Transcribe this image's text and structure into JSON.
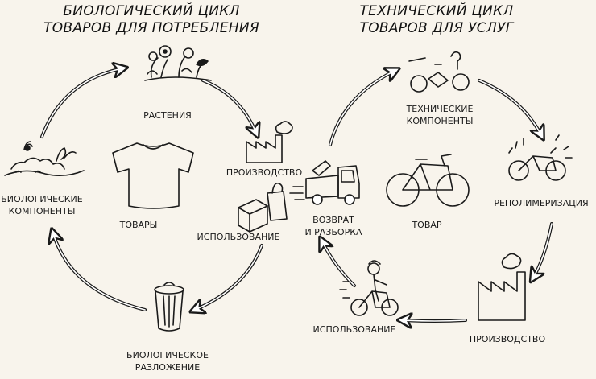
{
  "bio_cycle": {
    "title_line1": "БИОЛОГИЧЕСКИЙ ЦИКЛ",
    "title_line2": "ТОВАРОВ ДЛЯ ПОТРЕБЛЕНИЯ",
    "plants": "РАСТЕНИЯ",
    "production": "ПРОИЗВОДСТВО",
    "use": "ИСПОЛЬЗОВАНИЕ",
    "decomposition_line1": "БИОЛОГИЧЕСКОЕ",
    "decomposition_line2": "РАЗЛОЖЕНИЕ",
    "components_line1": "БИОЛОГИЧЕСКИЕ",
    "components_line2": "КОМПОНЕНТЫ",
    "goods": "ТОВАРЫ"
  },
  "tech_cycle": {
    "title_line1": "ТЕХНИЧЕСКИЙ ЦИКЛ",
    "title_line2": "ТОВАРОВ ДЛЯ УСЛУГ",
    "components_line1": "ТЕХНИЧЕСКИЕ",
    "components_line2": "КОМПОНЕНТЫ",
    "repolymerization": "РЕПОЛИМЕРИЗАЦИЯ",
    "production": "ПРОИЗВОДСТВО",
    "use": "ИСПОЛЬЗОВАНИЕ",
    "return_line1": "ВОЗВРАТ",
    "return_line2": "И РАЗБОРКА",
    "product": "ТОВАР"
  },
  "colors": {
    "ink": "#1a1a1a",
    "paper": "#f8f4ec"
  },
  "icons": [
    "flower-icon",
    "factory-icon",
    "box-icon",
    "shopping-bag-icon",
    "trash-can-icon",
    "plant-sprout-icon",
    "t-shirt-icon",
    "truck-icon",
    "bicycle-parts-icon",
    "bicycle-icon",
    "child-on-bike-icon"
  ]
}
